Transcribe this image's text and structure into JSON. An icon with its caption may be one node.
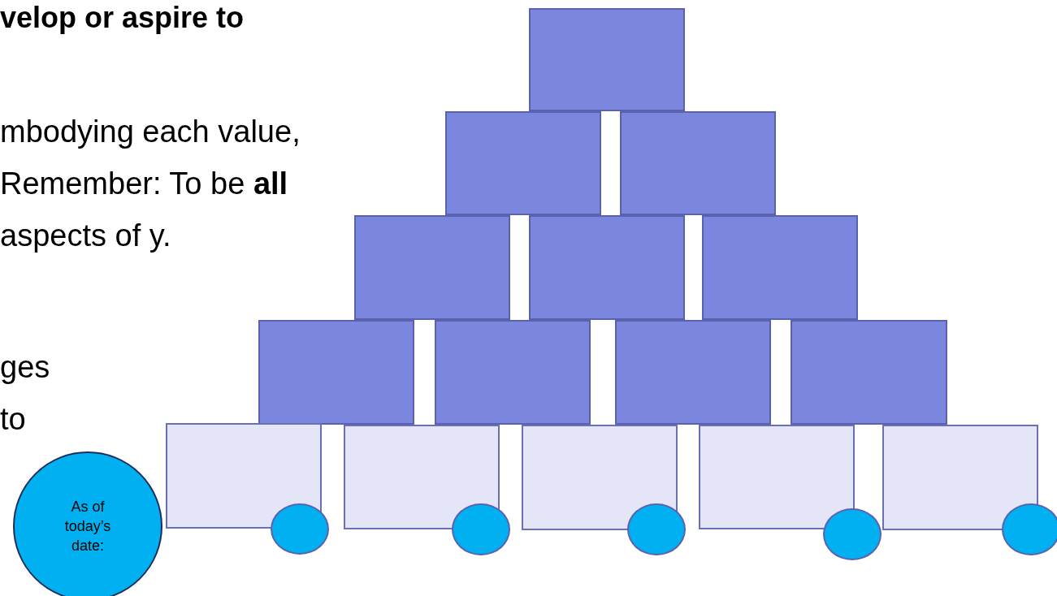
{
  "diagram": {
    "nodes": [
      {
        "text": [],
        "shape": "box"
      },
      {
        "text": [],
        "shape": "box"
      },
      {
        "text": [],
        "shape": "box"
      },
      {
        "text": [],
        "shape": "box"
      },
      {
        "text": [],
        "shape": "box"
      },
      {
        "text": [],
        "shape": "box"
      },
      {
        "text": [],
        "shape": "box"
      },
      {
        "text": [],
        "shape": "box"
      },
      {
        "text": [],
        "shape": "box"
      },
      {
        "text": [],
        "shape": "box"
      },
      {
        "text": [],
        "shape": "box"
      },
      {
        "text": [],
        "shape": "box"
      },
      {
        "text": [],
        "shape": "box"
      },
      {
        "text": [],
        "shape": "box"
      },
      {
        "text": [],
        "shape": "box"
      },
      {
        "text": [
          "As of today’s date:"
        ]
      },
      {
        "text": [],
        "shape": "circle"
      },
      {
        "text": [],
        "shape": "circle"
      },
      {
        "text": [],
        "shape": "circle"
      },
      {
        "text": [],
        "shape": "circle"
      },
      {
        "text": [],
        "shape": "circle"
      }
    ],
    "edges": [],
    "labels": [
      "velop or aspire to",
      "mbodying each value, Remember: To be **all** aspects of y.",
      "ges to"
    ]
  }
}
